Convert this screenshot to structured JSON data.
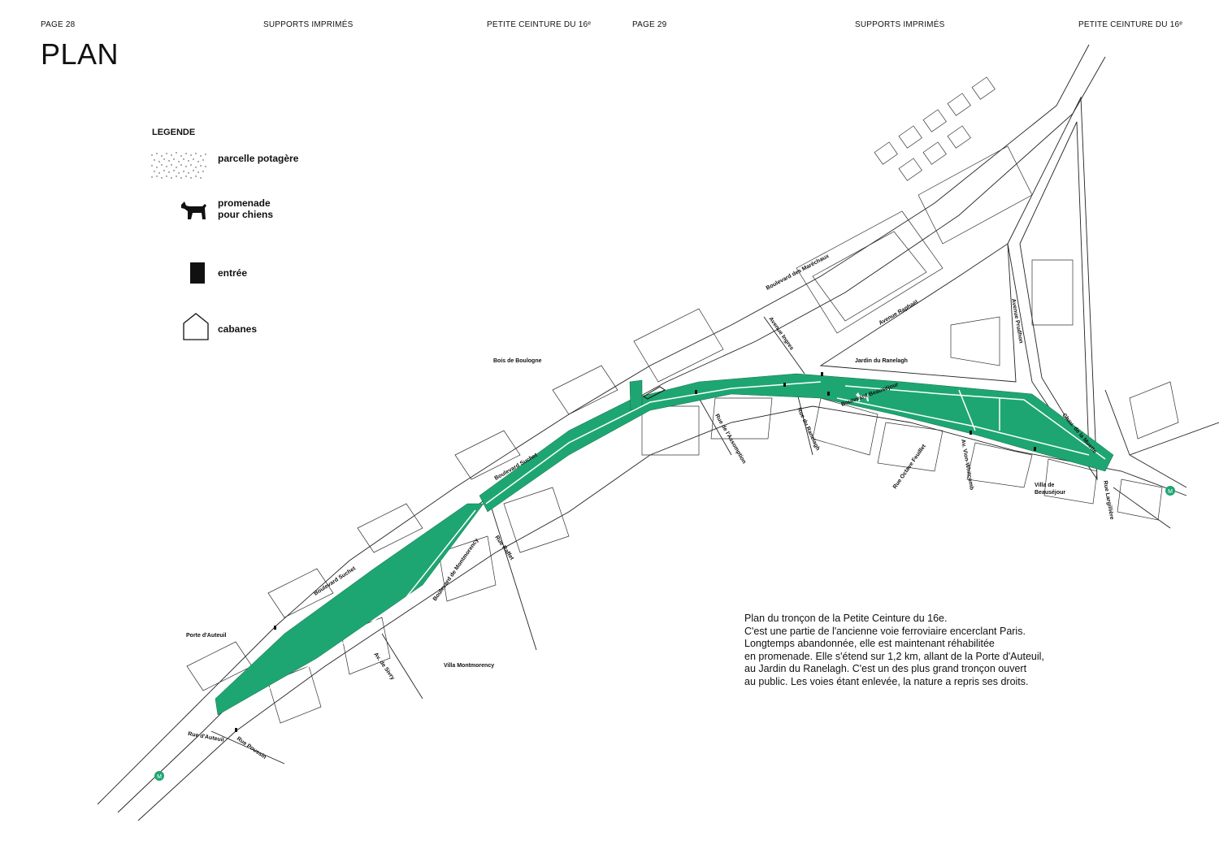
{
  "header": {
    "left_page": "PAGE 28",
    "left_section": "SUPPORTS IMPRIMÉS",
    "left_topic": "PETITE CEINTURE DU 16ᵉ",
    "right_page": "PAGE 29",
    "right_section": "SUPPORTS IMPRIMÉS",
    "right_topic": "PETITE CEINTURE DU 16ᵉ"
  },
  "title": "PLAN",
  "legend": {
    "title": "LEGENDE",
    "items": [
      {
        "label": "parcelle potagère",
        "icon": "dotted-pattern-icon"
      },
      {
        "label_line1": "promenade",
        "label_line2": "pour chiens",
        "icon": "dog-icon"
      },
      {
        "label": "entrée",
        "icon": "entrance-rect-icon"
      },
      {
        "label": "cabanes",
        "icon": "cabin-house-icon"
      }
    ]
  },
  "map": {
    "green_color": "#1ea672",
    "metro_symbol": "M",
    "labels": {
      "bois_de_boulogne": "Bois de Boulogne",
      "jardin_du_ranelagh": "Jardin du Ranelagh",
      "porte_d_auteuil": "Porte d'Auteuil",
      "villa_montmorency": "Villa Montmorency",
      "boulevard_des_marechaux": "Boulevard des Maréchaux",
      "avenue_ingres": "Avenue Ingres",
      "avenue_raphael": "Avenue Raphaël",
      "avenue_prudhon": "Avenue Prudhon",
      "boulevard_suchet_1": "Boulevard Suchet",
      "boulevard_suchet_2": "Boulevard Suchet",
      "rue_de_l_assomption": "Rue de l'Assomption",
      "rue_du_ranelagh": "Rue du Ranelagh",
      "boulevard_beausejour": "Boulevard Beauséjour",
      "rue_octave_feuillet": "Rue Octave Feuillet",
      "av_vion_whitcomb": "Av. Vion-Whitcomb",
      "villa_de_beausejour_1": "Villa de",
      "villa_de_beausejour_2": "Beauséjour",
      "chaussee_de_la_muette": "Chau. de la Muette",
      "rue_largillière": "Rue Largillière",
      "rue_raffet": "Rue Raffet",
      "boulevard_de_montmorency": "Boulevard de Montmorency",
      "av_de_sivry": "Av. de Sivry",
      "rue_d_auteuil": "Rue d'Auteuil",
      "rue_poussin": "Rue Poussin"
    }
  },
  "description": {
    "lines": [
      "Plan du tronçon de la Petite Ceinture du 16e.",
      "C'est une partie de l'ancienne voie ferroviaire encerclant Paris.",
      "Longtemps abandonnée, elle est maintenant réhabilitée",
      "en promenade. Elle s'étend sur 1,2 km, allant de la Porte d'Auteuil,",
      "au Jardin du Ranelagh. C'est un des plus grand tronçon ouvert",
      "au public. Les voies étant enlevée, la nature a repris ses droits."
    ]
  }
}
